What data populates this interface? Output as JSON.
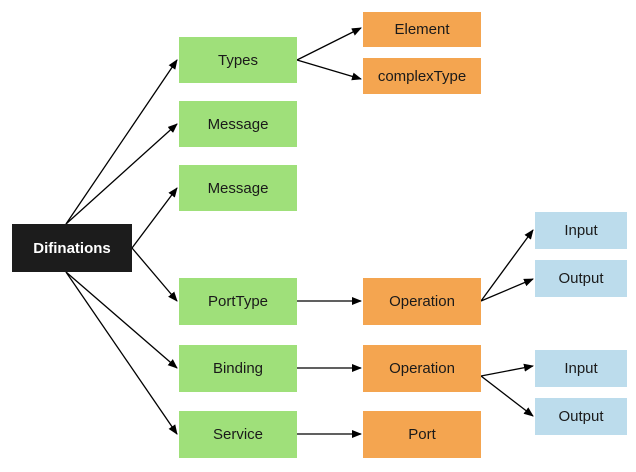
{
  "diagram": {
    "root": "Difinations",
    "types": "Types",
    "message_1": "Message",
    "message_2": "Message",
    "port_type": "PortType",
    "binding": "Binding",
    "service": "Service",
    "element": "Element",
    "complex_type": "complexType",
    "operation_1": "Operation",
    "operation_2": "Operation",
    "port": "Port",
    "input_1": "Input",
    "output_1": "Output",
    "input_2": "Input",
    "output_2": "Output"
  },
  "colors": {
    "root": "#1c1c1c",
    "green": "#9fe07a",
    "orange": "#f4a550",
    "blue": "#bcdcec",
    "arrow": "#000000"
  }
}
